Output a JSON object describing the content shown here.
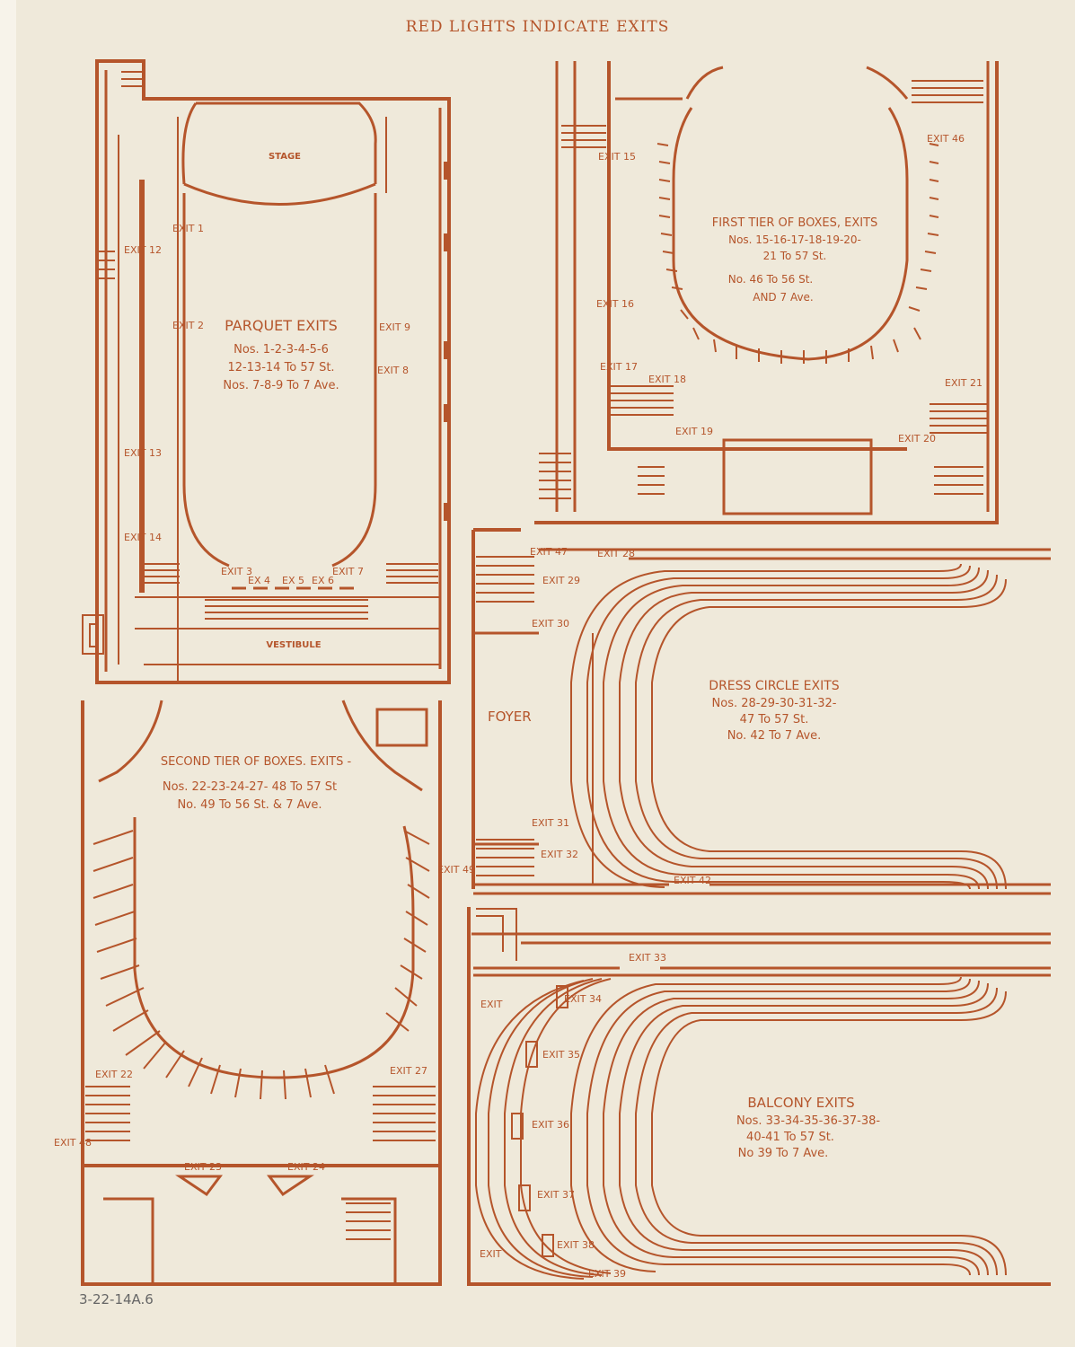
{
  "header": "RED LIGHTS INDICATE EXITS",
  "pencil_note": "3-22-14A.6",
  "parquet": {
    "stage": "STAGE",
    "vestibule": "VESTIBULE",
    "title": "PARQUET EXITS",
    "lines": [
      "Nos. 1-2-3-4-5-6",
      "12-13-14 To 57 St.",
      "Nos. 7-8-9 To 7 Ave."
    ],
    "exits": [
      "EXIT 1",
      "EXIT 2",
      "EXIT 3",
      "EX 4",
      "EX 5",
      "EX 6",
      "EXIT 7",
      "EXIT 8",
      "EXIT 9",
      "EXIT 12",
      "EXIT 13",
      "EXIT 14"
    ]
  },
  "first_tier": {
    "title": "FIRST TIER OF BOXES, EXITS",
    "lines": [
      "Nos. 15-16-17-18-19-20-",
      "21 To 57 St.",
      "No. 46 To 56 St.",
      "AND 7 Ave."
    ],
    "exits": [
      "EXIT 15",
      "EXIT 16",
      "EXIT 17",
      "EXIT 18",
      "EXIT 19",
      "EXIT 20",
      "EXIT 21",
      "EXIT 46"
    ]
  },
  "dress_circle": {
    "title": "DRESS CIRCLE EXITS",
    "lines": [
      "Nos. 28-29-30-31-32-",
      "47 To 57 St.",
      "No. 42 To 7 Ave."
    ],
    "foyer": "FOYER",
    "exits": [
      "EXIT 47",
      "EXIT 28",
      "EXIT 29",
      "EXIT 30",
      "EXIT 31",
      "EXIT 32",
      "EXIT 42"
    ]
  },
  "second_tier": {
    "title": "SECOND TIER OF BOXES. EXITS -",
    "lines": [
      "Nos. 22-23-24-27- 48 To 57 St",
      "No. 49 To 56 St. & 7 Ave."
    ],
    "exits": [
      "EXIT 49",
      "EXIT 22",
      "EXIT 27",
      "EXIT 48",
      "EXIT 23",
      "EXIT 24"
    ]
  },
  "balcony": {
    "title": "BALCONY EXITS",
    "lines": [
      "Nos. 33-34-35-36-37-38-",
      "40-41 To 57 St.",
      "No 39 To 7 Ave."
    ],
    "exits": [
      "EXIT 33",
      "EXIT",
      "EXIT 34",
      "EXIT 35",
      "EXIT 36",
      "EXIT 37",
      "EXIT 38",
      "EXIT",
      "EXIT 39"
    ]
  },
  "colors": {
    "ink": "#b5552b",
    "paper": "#efe9da"
  }
}
